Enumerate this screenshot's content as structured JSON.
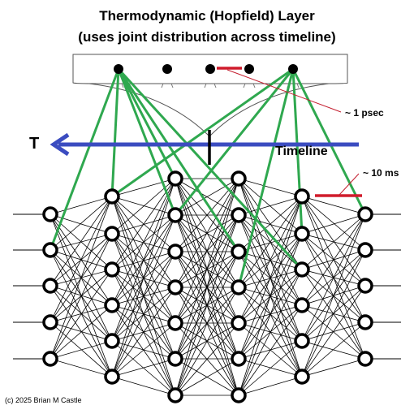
{
  "title_line1": "Thermodynamic (Hopfield) Layer",
  "title_line2": "(uses joint distribution across timeline)",
  "labels": {
    "psec": "~ 1 psec",
    "ms": "~ 10 ms",
    "timeline": "Timeline",
    "T": "T",
    "copyright": "(c) 2025 Brian M Castle"
  },
  "colors": {
    "timeline": "#3b4cc0",
    "connection": "#2fa84f",
    "marker": "#d01c2c",
    "annotation": "#c41e2f",
    "node_stroke": "#000000",
    "wire": "#000000"
  },
  "network": {
    "layer_sizes": [
      5,
      6,
      7,
      7,
      6,
      5
    ],
    "hopfield_units": 5
  }
}
